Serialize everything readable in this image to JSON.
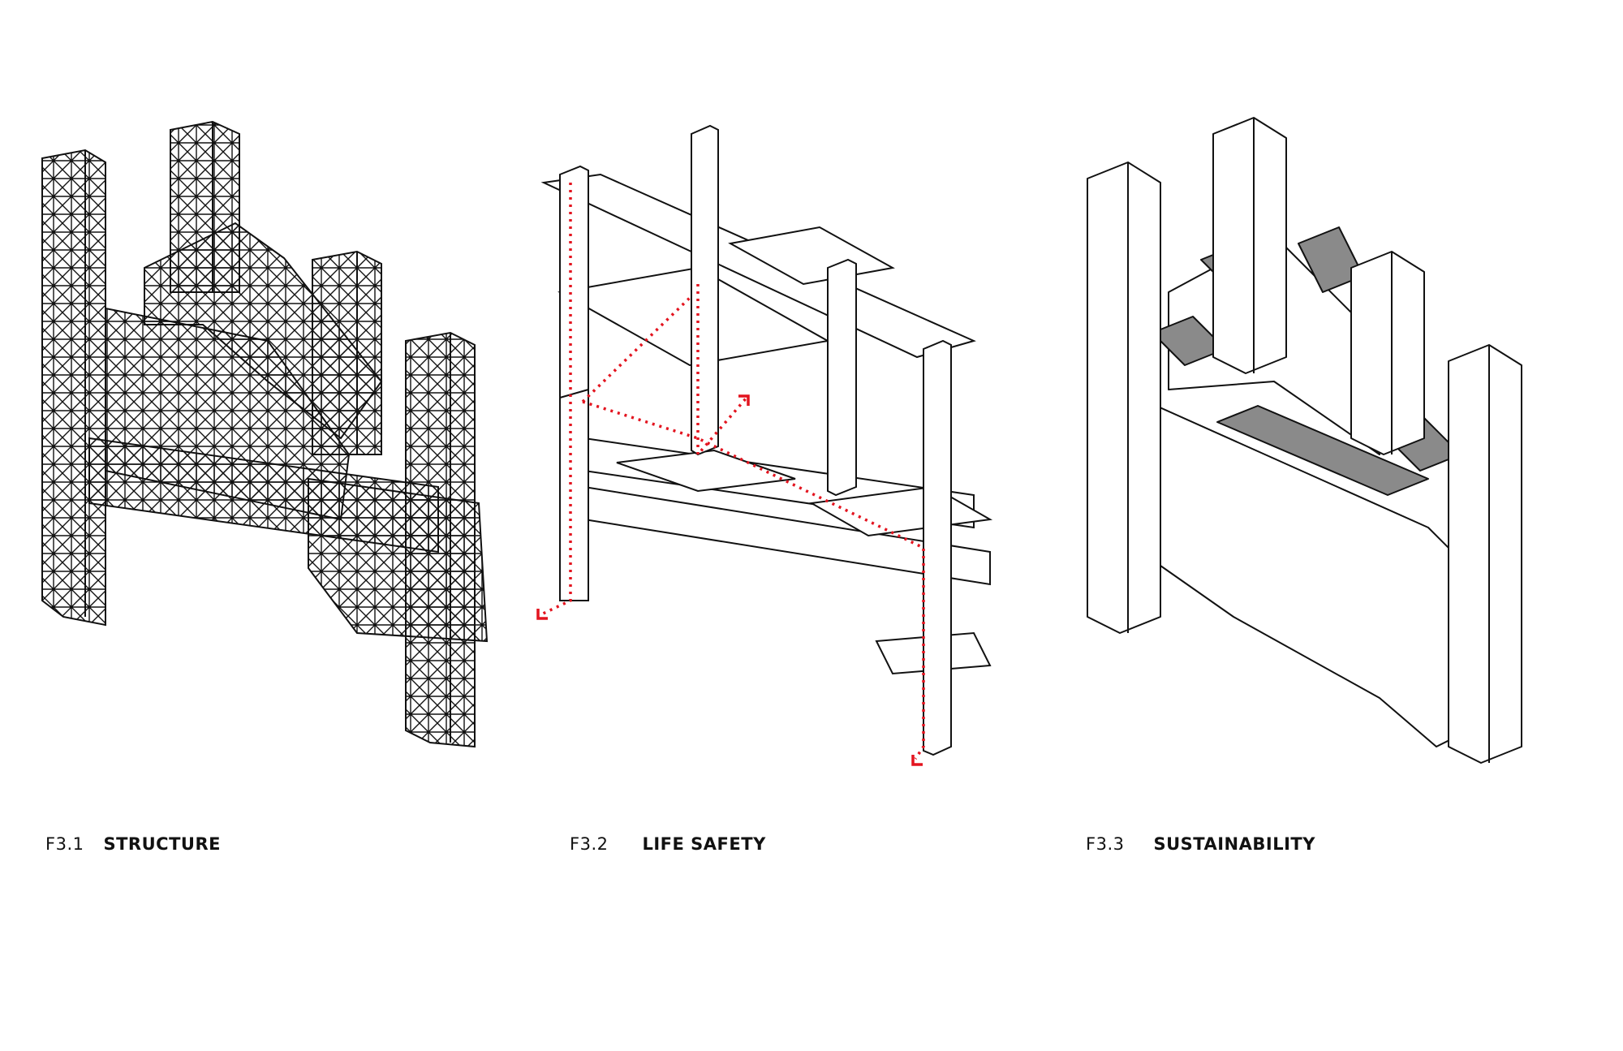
{
  "figures": [
    {
      "number": "F3.1",
      "title": "STRUCTURE",
      "style": "wireframe"
    },
    {
      "number": "F3.2",
      "title": "LIFE SAFETY",
      "style": "egress-paths"
    },
    {
      "number": "F3.3",
      "title": "SUSTAINABILITY",
      "style": "massing"
    }
  ],
  "colors": {
    "line": "#111111",
    "egress": "#e3141f",
    "roof_fill": "#8a8a8a",
    "background": "#ffffff"
  }
}
